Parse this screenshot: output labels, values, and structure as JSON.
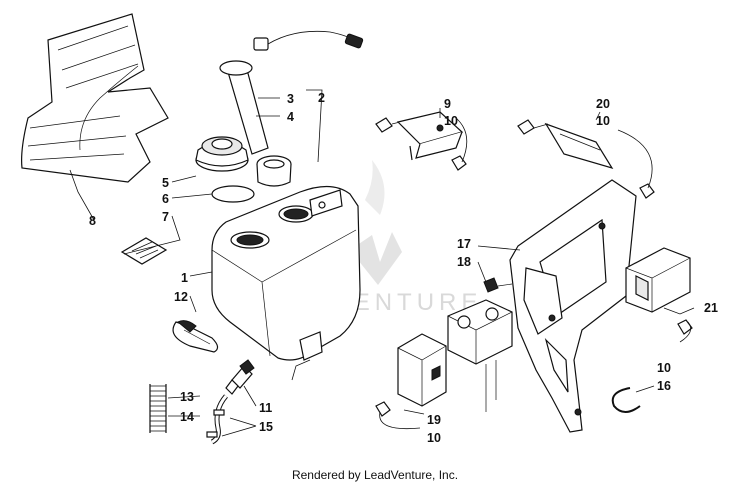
{
  "watermark": "LEADVENTURE",
  "credit": "Rendered by LeadVenture, Inc.",
  "callouts": {
    "c1": "1",
    "c2": "2",
    "c3": "3",
    "c4": "4",
    "c5": "5",
    "c6": "6",
    "c7": "7",
    "c8": "8",
    "c9": "9",
    "c10a": "10",
    "c10b": "10",
    "c10c": "10",
    "c10d": "10",
    "c11": "11",
    "c12": "12",
    "c13": "13",
    "c14": "14",
    "c15": "15",
    "c16": "16",
    "c17": "17",
    "c18": "18",
    "c19": "19",
    "c20": "20",
    "c21": "21"
  }
}
